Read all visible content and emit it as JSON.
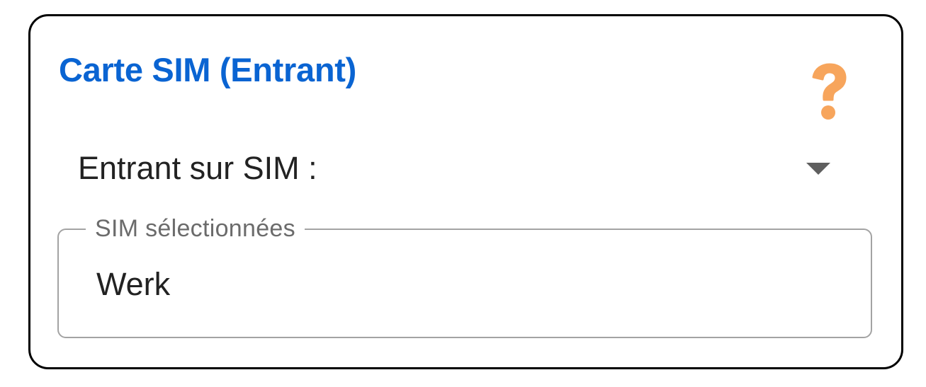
{
  "card": {
    "title": "Carte SIM (Entrant)",
    "help_icon": "question-mark-icon",
    "colors": {
      "title": "#0A64D2",
      "help_icon": "#F7A55C",
      "border": "#000000",
      "field_border": "#A3A3A3"
    }
  },
  "dropdown": {
    "label": "Entrant sur SIM :",
    "icon": "chevron-down-icon"
  },
  "selected_field": {
    "legend": "SIM sélectionnées",
    "value": "Werk"
  }
}
